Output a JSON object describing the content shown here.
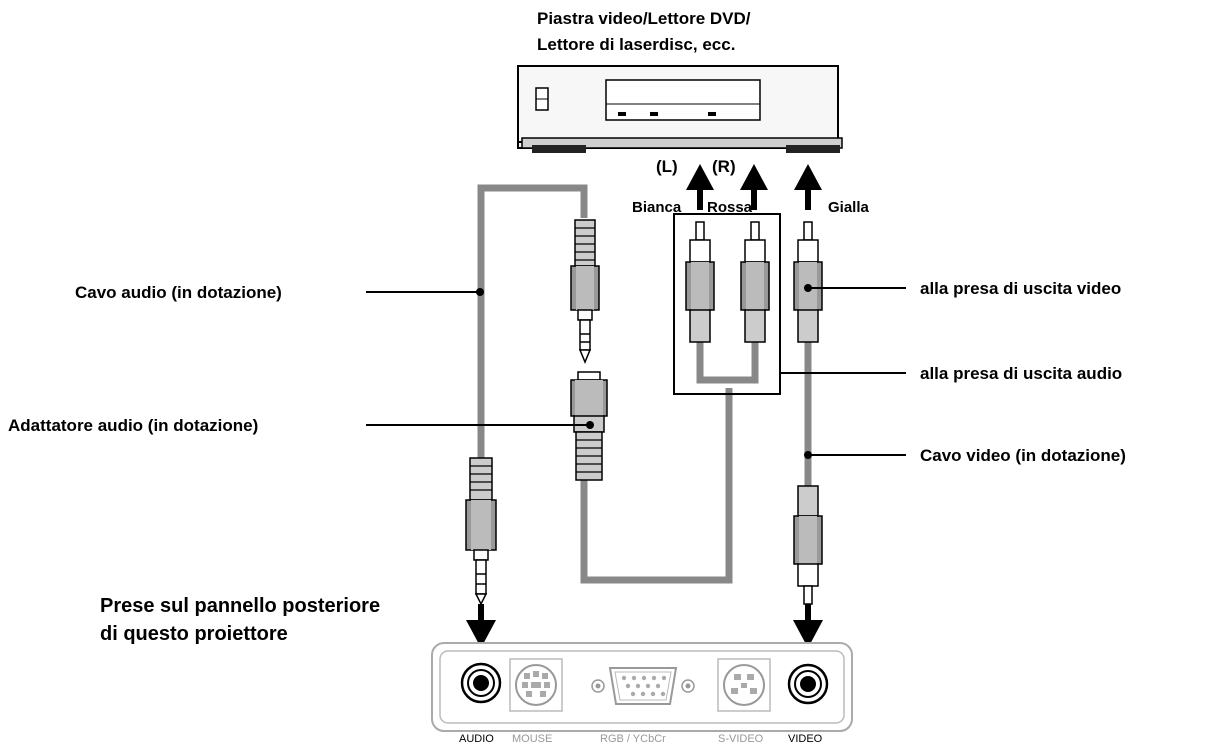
{
  "device": {
    "title_line1": "Piastra video/Lettore DVD/",
    "title_line2": "Lettore di laserdisc, ecc."
  },
  "channel_labels": {
    "left": "(L)",
    "right": "(R)"
  },
  "colors": {
    "white_label": "Bianca",
    "red_label": "Rossa",
    "yellow_label": "Gialla"
  },
  "callouts": {
    "audio_cable": "Cavo audio (in dotazione)",
    "audio_adapter": "Adattatore audio (in dotazione)",
    "video_out": "alla presa di uscita video",
    "audio_out": "alla presa di uscita audio",
    "video_cable": "Cavo video (in dotazione)"
  },
  "panel": {
    "title_line1": "Prese sul pannello posteriore",
    "title_line2": "di questo proiettore",
    "ports": {
      "audio": "AUDIO",
      "mouse": "MOUSE",
      "rgb": "RGB / YCbCr",
      "svideo": "S-VIDEO",
      "video": "VIDEO"
    }
  }
}
